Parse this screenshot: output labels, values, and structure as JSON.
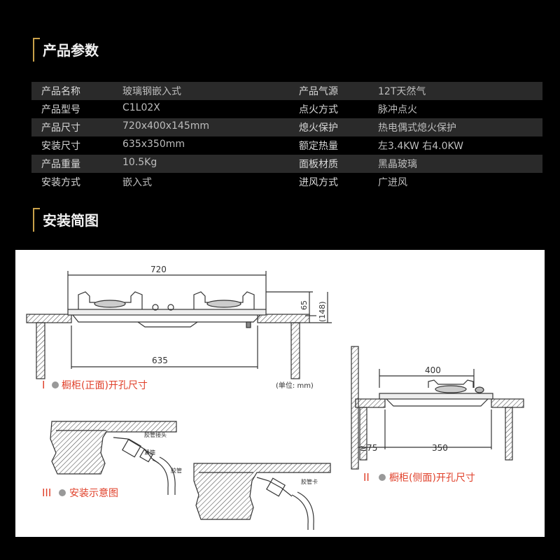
{
  "section1_title": "产品参数",
  "params": [
    {
      "k1": "产品名称",
      "v1": "玻璃钢嵌入式",
      "k2": "产品气源",
      "v2": "12T天然气"
    },
    {
      "k1": "产品型号",
      "v1": "C1L02X",
      "k2": "点火方式",
      "v2": "脉冲点火"
    },
    {
      "k1": "产品尺寸",
      "v1": "720x400x145mm",
      "k2": "熄火保护",
      "v2": "热电偶式熄火保护"
    },
    {
      "k1": "安装尺寸",
      "v1": "635x350mm",
      "k2": "额定热量",
      "v2": "左3.4KW 右4.0KW"
    },
    {
      "k1": "产品重量",
      "v1": "10.5Kg",
      "k2": "面板材质",
      "v2": "黑晶玻璃"
    },
    {
      "k1": "安装方式",
      "v1": "嵌入式",
      "k2": "进风方式",
      "v2": "广进风"
    }
  ],
  "section2_title": "安装简图",
  "diagram": {
    "dim_720": "720",
    "dim_635": "635",
    "dim_65": "65",
    "dim_148": "(148)",
    "unit": "(单位: mm)",
    "label_1_roman": "I",
    "label_1_text": "橱柜(正面)开孔尺寸",
    "dim_400": "400",
    "dim_75": "≥75",
    "dim_350": "350",
    "label_2_roman": "II",
    "label_2_text": "橱柜(侧面)开孔尺寸",
    "label_3_roman": "III",
    "label_3_text": "安装示意图",
    "hose_connector": "胶管接头",
    "clamp": "紧箍",
    "hose": "胶管",
    "hose_clamp": "胶管卡"
  },
  "colors": {
    "accent_gold": "#c9a14a",
    "label_red": "#e0402a",
    "row_gray": "#2a2a2a"
  }
}
